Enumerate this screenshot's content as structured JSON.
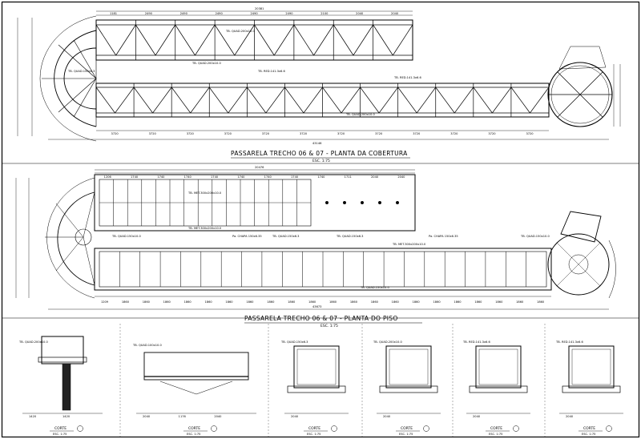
{
  "plan_top": {
    "title": "PASSARELA TRECHO 06 & 07 - PLANTA DA COBERTURA",
    "scale": "ESC. 1:75",
    "top_dims": [
      "1181",
      "2490",
      "2490",
      "2490",
      "2490",
      "2490",
      "2100",
      "2040",
      "2040"
    ],
    "bottom_dims": [
      "3720",
      "3720",
      "3720",
      "3720",
      "3720",
      "3720",
      "3720",
      "3720",
      "3720",
      "3720",
      "3720",
      "3720"
    ],
    "total_top": "20381",
    "total_bottom": "43146",
    "labels": [
      "TB. QUAD.200x10.0",
      "TB. QUAD.150x6.3",
      "TB. RED.141.3x6.6",
      "TB. QUAD.200x10.0",
      "TB. RED.141.3x6.6",
      "TB. QUAD.200x10.0"
    ]
  },
  "plan_bottom": {
    "title": "PASSARELA TRECHO 06 & 07 - PLANTA DO PISO",
    "scale": "ESC. 1:75",
    "top_dims": [
      "1206",
      "1740",
      "1740",
      "1740",
      "1740",
      "1740",
      "1740",
      "1740",
      "1740",
      "1711",
      "2040",
      "2040"
    ],
    "bottom_dims": [
      "1209",
      "1860",
      "1860",
      "1860",
      "1860",
      "1860",
      "1860",
      "1860",
      "1860",
      "1860",
      "1860",
      "1860",
      "1860",
      "1860",
      "1860",
      "1860",
      "1860",
      "1860",
      "1860",
      "1860",
      "1860",
      "1860"
    ],
    "total_top": "20476",
    "total_bottom": "43673",
    "labels": [
      "TB. MET.300x200x10.0",
      "TB. MET.300x200x10.0",
      "Pa. CHAPA 150x6.35",
      "TB. QUAD.150x6.3",
      "TB. QUAD.150x6.3",
      "Pa. CHAPA 150x6.35",
      "TB. QUAD.150x10.0",
      "TB. MET.300x200x10.0",
      "TB. QUAD.150x10.0",
      "TB. QUAD.150x10.0"
    ]
  },
  "sections": [
    {
      "label": "CORTE",
      "scale": "ESC. 1:75",
      "dims": [
        "1420",
        "1420"
      ],
      "tag": "TB. QUAD.200x10.0"
    },
    {
      "label": "CORTE",
      "scale": "ESC. 1:75",
      "dims": [
        "2040",
        "1176",
        "2040"
      ],
      "tag": "TB. QUAD.100x10.0"
    },
    {
      "label": "CORTE",
      "scale": "ESC. 1:75",
      "dims": [
        "2040"
      ],
      "tag": "TB. QUAD.150x6.3"
    },
    {
      "label": "CORTE",
      "scale": "ESC. 1:75",
      "dims": [
        "2040"
      ],
      "tag": "TB. QUAD.200x10.0"
    },
    {
      "label": "CORTE",
      "scale": "ESC. 1:75",
      "dims": [
        "2040"
      ],
      "tag": "TB. RED.141.3x6.6"
    },
    {
      "label": "CORTE",
      "scale": "ESC. 1:75",
      "dims": [
        "2040"
      ],
      "tag": "TB. RED.141.3x6.6"
    }
  ]
}
